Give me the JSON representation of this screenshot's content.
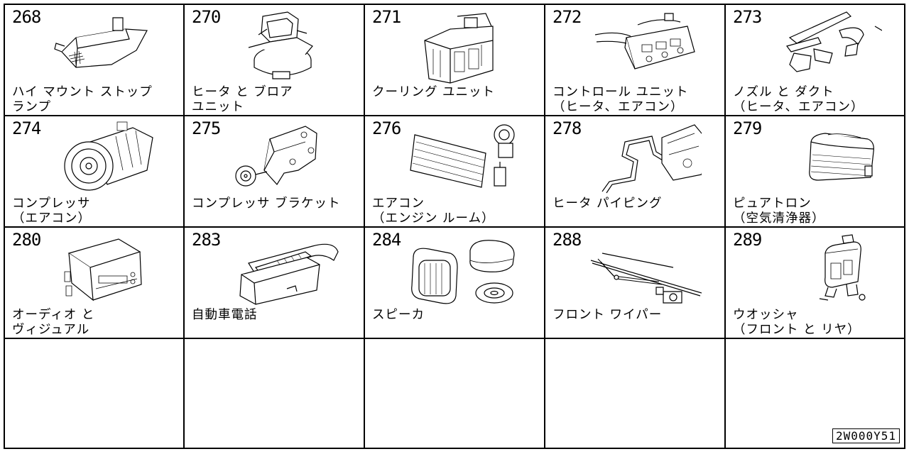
{
  "cells": [
    {
      "num": "268",
      "line1": "ハイ マウント ストップ",
      "line2": "ランプ",
      "icon": "high-mount-stop-lamp-icon"
    },
    {
      "num": "270",
      "line1": "ヒータ と ブロア",
      "line2": "ユニット",
      "icon": "heater-blower-unit-icon"
    },
    {
      "num": "271",
      "line1": "",
      "line2": "クーリング ユニット",
      "icon": "cooling-unit-icon"
    },
    {
      "num": "272",
      "line1": "コントロール ユニット",
      "line2": "（ヒータ、エアコン）",
      "icon": "control-unit-icon"
    },
    {
      "num": "273",
      "line1": "ノズル と ダクト",
      "line2": "（ヒータ、エアコン）",
      "icon": "nozzle-duct-icon"
    },
    {
      "num": "274",
      "line1": "コンプレッサ",
      "line2": "（エアコン）",
      "icon": "compressor-icon"
    },
    {
      "num": "275",
      "line1": "",
      "line2": "コンプレッサ ブラケット",
      "icon": "compressor-bracket-icon"
    },
    {
      "num": "276",
      "line1": "エアコン",
      "line2": "（エンジン ルーム）",
      "icon": "ac-condenser-icon"
    },
    {
      "num": "278",
      "line1": "",
      "line2": "ヒータ パイピング",
      "icon": "heater-piping-icon"
    },
    {
      "num": "279",
      "line1": "ピュアトロン",
      "line2": "（空気清浄器）",
      "icon": "air-purifier-icon"
    },
    {
      "num": "280",
      "line1": "オーディオ と",
      "line2": "ヴィジュアル",
      "icon": "audio-unit-icon"
    },
    {
      "num": "283",
      "line1": "",
      "line2": "自動車電話",
      "icon": "car-phone-icon"
    },
    {
      "num": "284",
      "line1": "",
      "line2": "スピーカ",
      "icon": "speaker-icon"
    },
    {
      "num": "288",
      "line1": "",
      "line2": "フロント ワイパー",
      "icon": "front-wiper-icon"
    },
    {
      "num": "289",
      "line1": "ウオッシャ",
      "line2": "（フロント と リヤ）",
      "icon": "washer-icon"
    }
  ],
  "drawing_code": "2W000Y51"
}
